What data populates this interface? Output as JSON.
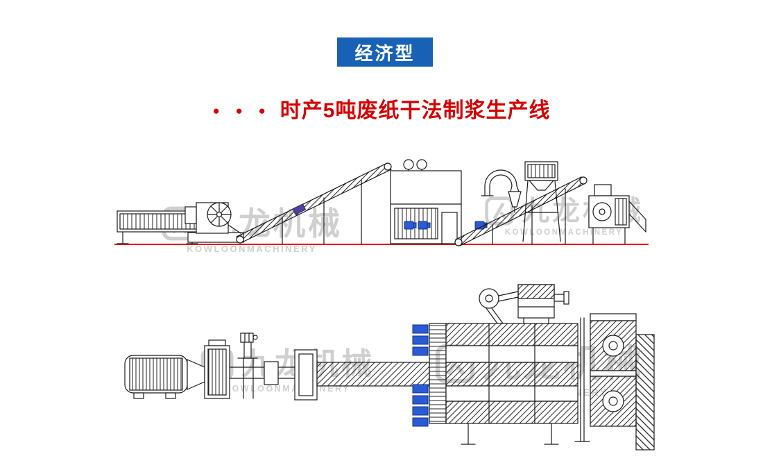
{
  "badge": {
    "label": "经济型"
  },
  "title": {
    "bullets": "● ● ●",
    "text": "时产5吨废纸干法制浆生产线"
  },
  "watermark": {
    "cn": "九龙机械",
    "en": "KOWLOONMACHINERY"
  },
  "colors": {
    "badge_bg": "#1862b5",
    "title_red": "#d40000",
    "baseline_red": "#e60000",
    "diagram_line": "#1a1a1a",
    "watermark_gray": "#c4c4c4",
    "flange_blue": "#2a5bd7",
    "incline_item_purple": "#50409f"
  }
}
